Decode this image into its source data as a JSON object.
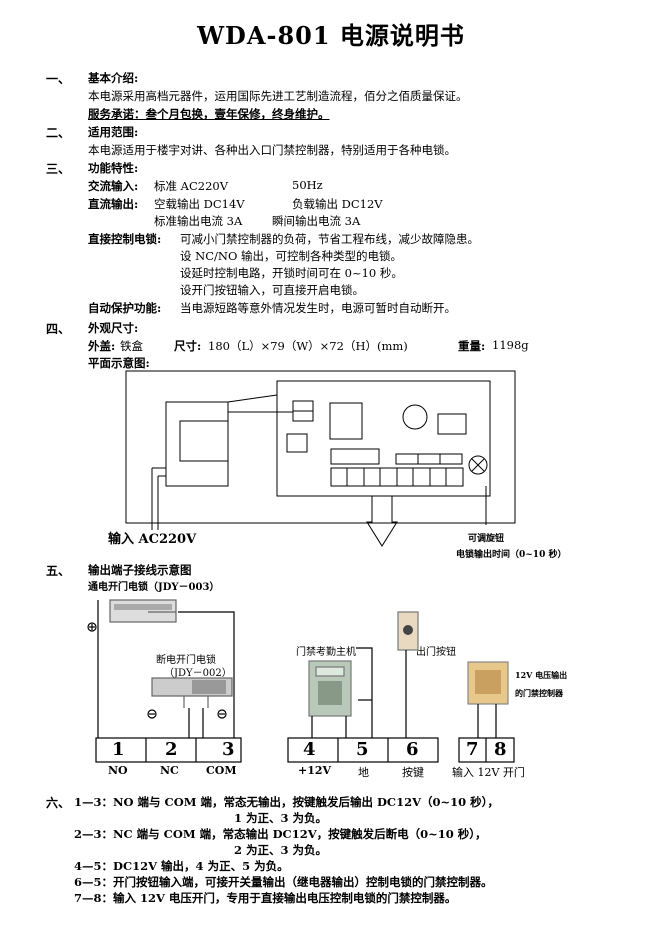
{
  "title": "WDA-801 电源说明书",
  "sec1": {
    "num": "一、",
    "heading": "基本介绍:",
    "line1": "本电源采用高档元器件，运用国际先进工艺制造流程，佰分之佰质量保证。",
    "service": "服务承诺：叁个月包换，壹年保修，终身维护。"
  },
  "sec2": {
    "num": "二、",
    "heading": "适用范围:",
    "line1": "本电源适用于楼宇对讲、各种出入口门禁控制器，特别适用于各种电锁。"
  },
  "sec3": {
    "num": "三、",
    "heading": "功能特性:",
    "ac_label": "交流输入:",
    "ac_value": "标准 AC220V",
    "ac_freq": "50Hz",
    "dc_label": "直流输出:",
    "dc_noload": "空载输出 DC14V",
    "dc_load": "负载输出 DC12V",
    "dc_std_current": "标准输出电流 3A",
    "dc_peak_current": "瞬间输出电流 3A",
    "lock_label": "直接控制电锁:",
    "lock_1": "可减小门禁控制器的负荷，节省工程布线，减少故障隐患。",
    "lock_2": "设 NC/NO 输出，可控制各种类型的电锁。",
    "lock_3": "设延时控制电路，开锁时间可在 0~10 秒。",
    "lock_4": "设开门按钮输入，可直接开启电锁。",
    "protect_label": "自动保护功能:",
    "protect_text": "当电源短路等意外情况发生时，电源可暂时自动断开。"
  },
  "sec4": {
    "num": "四、",
    "heading": "外观尺寸:",
    "case_label": "外盖:",
    "case_value": "铁盒",
    "size_label": "尺寸:",
    "size_value": "180（L）×79（W）×72（H）(mm)",
    "weight_label": "重量:",
    "weight_value": "1198g",
    "plan_label": "平面示意图:",
    "input_label": "输入 AC220V",
    "knob_label": "可调旋钮",
    "time_label": "电锁输出时间（0~10 秒）"
  },
  "sec5": {
    "num": "五、",
    "heading": "输出端子接线示意图",
    "lock_on": "通电开门电锁（JDY－003）",
    "lock_off_1": "断电开门电锁",
    "lock_off_2": "（JDY－002）",
    "access_host": "门禁考勤主机",
    "exit_button": "出门按钮",
    "controller_1": "12V 电压输出",
    "controller_2": "的门禁控制器",
    "terminals": [
      "1",
      "2",
      "3",
      "4",
      "5",
      "6",
      "7",
      "8"
    ],
    "labels": [
      "NO",
      "NC",
      "COM",
      "+12V",
      "地",
      "按键",
      "输入 12V 开门"
    ]
  },
  "sec6": {
    "num": "六、",
    "l1": "1—3：NO 端与 COM 端，常态无输出，按键触发后输出 DC12V（0~10 秒），",
    "l1b": "1 为正、3 为负。",
    "l2": "2—3：NC 端与 COM 端，常态输出 DC12V，按键触发后断电（0~10 秒），",
    "l2b": "2 为正、3 为负。",
    "l3": "4—5：DC12V 输出，4 为正、5 为负。",
    "l4": "6—5：开门按钮输入端，可接开关量输出（继电器输出）控制电锁的门禁控制器。",
    "l5": "7—8：输入 12V 电压开门，专用于直接输出电压控制电锁的门禁控制器。"
  }
}
